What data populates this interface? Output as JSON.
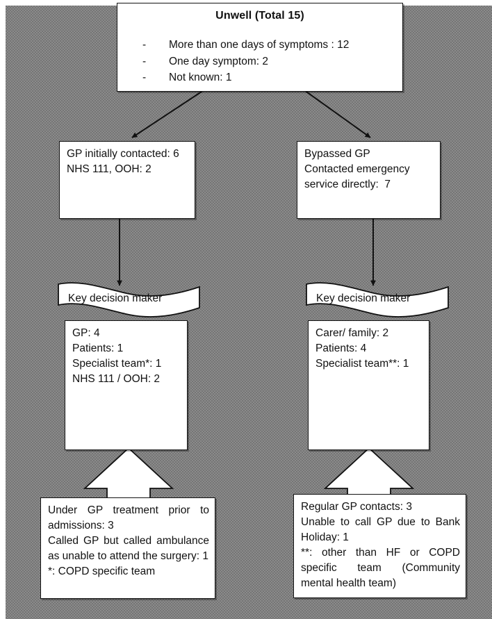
{
  "diagram": {
    "type": "flowchart",
    "background_color": "#757575",
    "box_fill": "#ffffff",
    "line_color": "#121212",
    "top": {
      "title": "Unwell (Total 15)",
      "bullets": [
        {
          "marker": "-",
          "text": "More than one days of symptoms : 12"
        },
        {
          "marker": "-",
          "text": "One day symptom: 2"
        },
        {
          "marker": "-",
          "text": "Not known: 1"
        }
      ]
    },
    "left_branch": {
      "entry": "GP initially contacted: 6\nNHS 111, OOH: 2",
      "banner": "Key decision maker",
      "decision": "GP: 4\nPatients: 1\nSpecialist team*: 1\nNHS 111 / OOH: 2",
      "note": "Under GP treatment prior to admissions: 3\nCalled GP but called ambulance as unable to attend the surgery: 1\n*: COPD specific team"
    },
    "right_branch": {
      "entry": "Bypassed GP\nContacted emergency service directly:  7",
      "banner": "Key decision maker",
      "decision": "Carer/ family: 2\nPatients: 4\nSpecialist team**: 1",
      "note": "Regular GP contacts: 3\nUnable to call GP due to Bank Holiday: 1\n**: other than HF or COPD specific team (Community mental health team)"
    }
  }
}
